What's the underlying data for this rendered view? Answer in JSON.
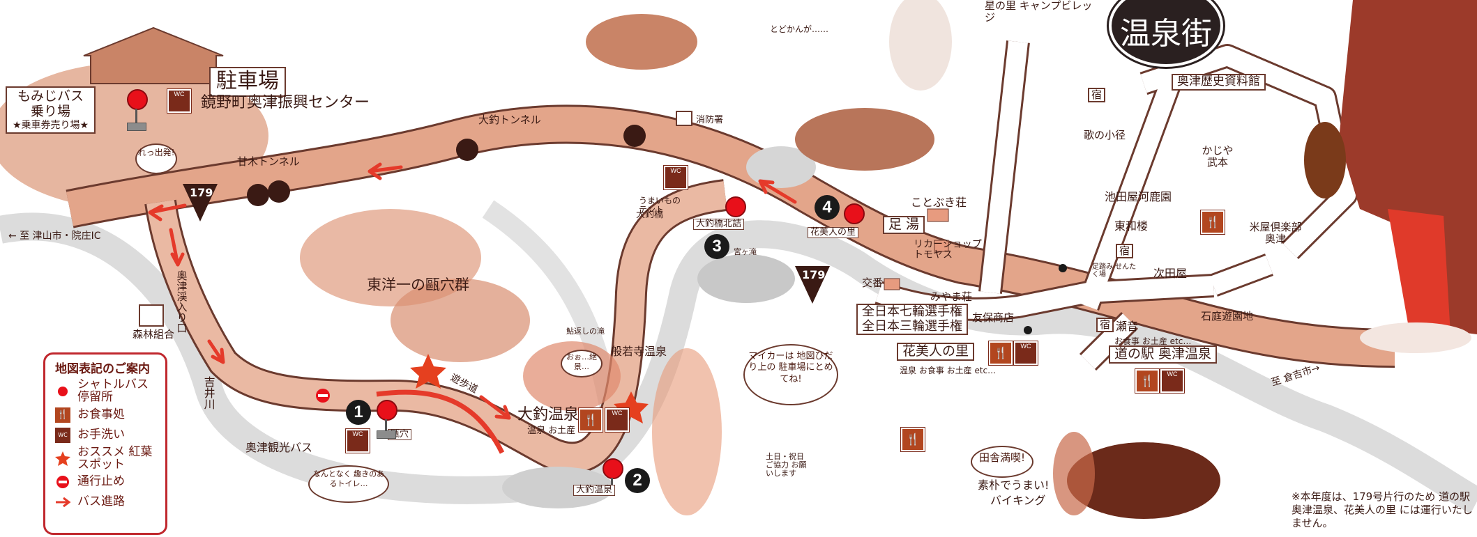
{
  "map": {
    "onsen_street": "温泉街",
    "parking": "駐車場",
    "promotion_center": "鏡野町奥津振興センター",
    "momiji_bus_line1": "もみじバス",
    "momiji_bus_line2": "乗り場",
    "ticket_sales": "★乗車券売り場★",
    "bus_speech": "れっ出発!",
    "amagi_tunnel": "甘木トンネル",
    "otsuri_tunnel": "大釣トンネル",
    "route": "179",
    "to_tsuyama": "← 至 津山市・院庄IC",
    "okutsu_gorge_entrance": "奥津渓入り口",
    "forest_union": "森林組合",
    "potholes": "東洋一の甌穴群",
    "yoshii_river": "吉井川",
    "okutsu_tourist_bus": "奥津観光バス",
    "toilet_speech": "なんとなく 趣きのあるトイレ…",
    "walkway": "遊歩道",
    "stop_label_1": "甌穴",
    "stop_label_2": "大釣温泉",
    "stop_label_3": "大釣橋北詰",
    "stop_label_4": "花美人の里",
    "numbers": [
      "1",
      "2",
      "3",
      "4"
    ],
    "otsuri_onsen": "大釣温泉",
    "otsuri_onsen_sub": "温泉 お土産",
    "hannyaji_onsen": "般若寺温泉",
    "uguisu_falls": "鮎返しの滝",
    "old_man_speech": "おぉ…絶景…",
    "otsuri_bridge": "大釣橋",
    "tent": "うまいもの テント",
    "fire_station": "消防署",
    "homi_falls": "宮ヶ滝",
    "cat_speech": "とどかんが……",
    "hoshi_village": "星の里 キャンプビレッジ",
    "history_museum": "奥津歴史資料館",
    "inn": "宿",
    "uta_path": "歌の小径",
    "kajiya": "かじや 武本",
    "ikedaya": "池田屋河鹿園",
    "towaro": "東和楼",
    "kotobuki": "ことぶき荘",
    "ashiyu": "足 湯",
    "liquor_shop": "リカーショップ トモヤス",
    "koban": "交番",
    "miyama": "みやま荘",
    "tomoyasu": "友保商店",
    "wheel_1": "全日本七輪選手権",
    "wheel_2": "全日本三輪選手権",
    "hanabijin": "花美人の里",
    "hanabijin_sub": "温泉 お食事 お土産 etc…",
    "foot_laundry": "足踏み せんたく場",
    "jirobei": "次田屋",
    "seseragi": "瀬音",
    "seseragi_sub": "お食事 お土産 etc…",
    "michi_no_eki": "道の駅 奥津温泉",
    "stone_garden": "石庭遊園地",
    "yoneya": "米屋倶楽部 奥津",
    "to_kurayoshi": "至 倉吉市→",
    "mycar_speech": "マイカーは 地図ひだり上の 駐車場にとめてね!",
    "inaka_speech": "田舎満喫!",
    "viking_1": "素朴でうまい!",
    "viking_2": "バイキング",
    "holiday_speech": "土日・祝日 ご協力 お願いします",
    "note": "※本年度は、179号片行のため 道の駅奥津温泉、花美人の里 には運行いたしません。"
  },
  "legend": {
    "title": "地図表記のご案内",
    "items": [
      {
        "icon": "shuttle-bus-stop",
        "label": "シャトルバス 停留所"
      },
      {
        "icon": "dining",
        "label": "お食事処"
      },
      {
        "icon": "restroom",
        "label": "お手洗い"
      },
      {
        "icon": "autumn-leaves",
        "label": "おススメ 紅葉スポット"
      },
      {
        "icon": "no-entry",
        "label": "通行止め"
      },
      {
        "icon": "bus-route-arrow",
        "label": "バス進路"
      }
    ]
  },
  "icons": {
    "wc": "WC",
    "food": "🍴"
  },
  "colors": {
    "road": "#e3a58a",
    "road_edge": "#6b3a2e",
    "stop_red": "#e8101a",
    "arrow_red": "#e53a2a",
    "legend_border": "#c0272d"
  }
}
